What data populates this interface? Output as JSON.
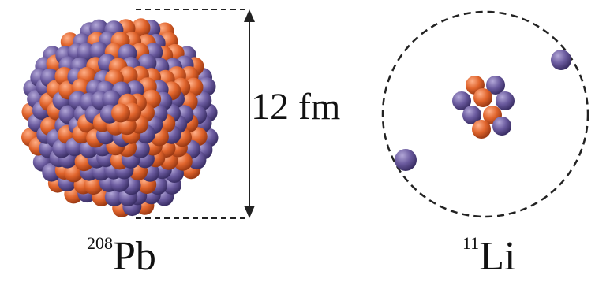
{
  "size_label": "12 fm",
  "pb": {
    "mass_number": "208",
    "symbol": "Pb"
  },
  "li": {
    "mass_number": "11",
    "symbol": "Li"
  },
  "colors": {
    "proton": "#e0642c",
    "neutron": "#6a5a9e",
    "line": "#222222",
    "background": "#ffffff"
  }
}
